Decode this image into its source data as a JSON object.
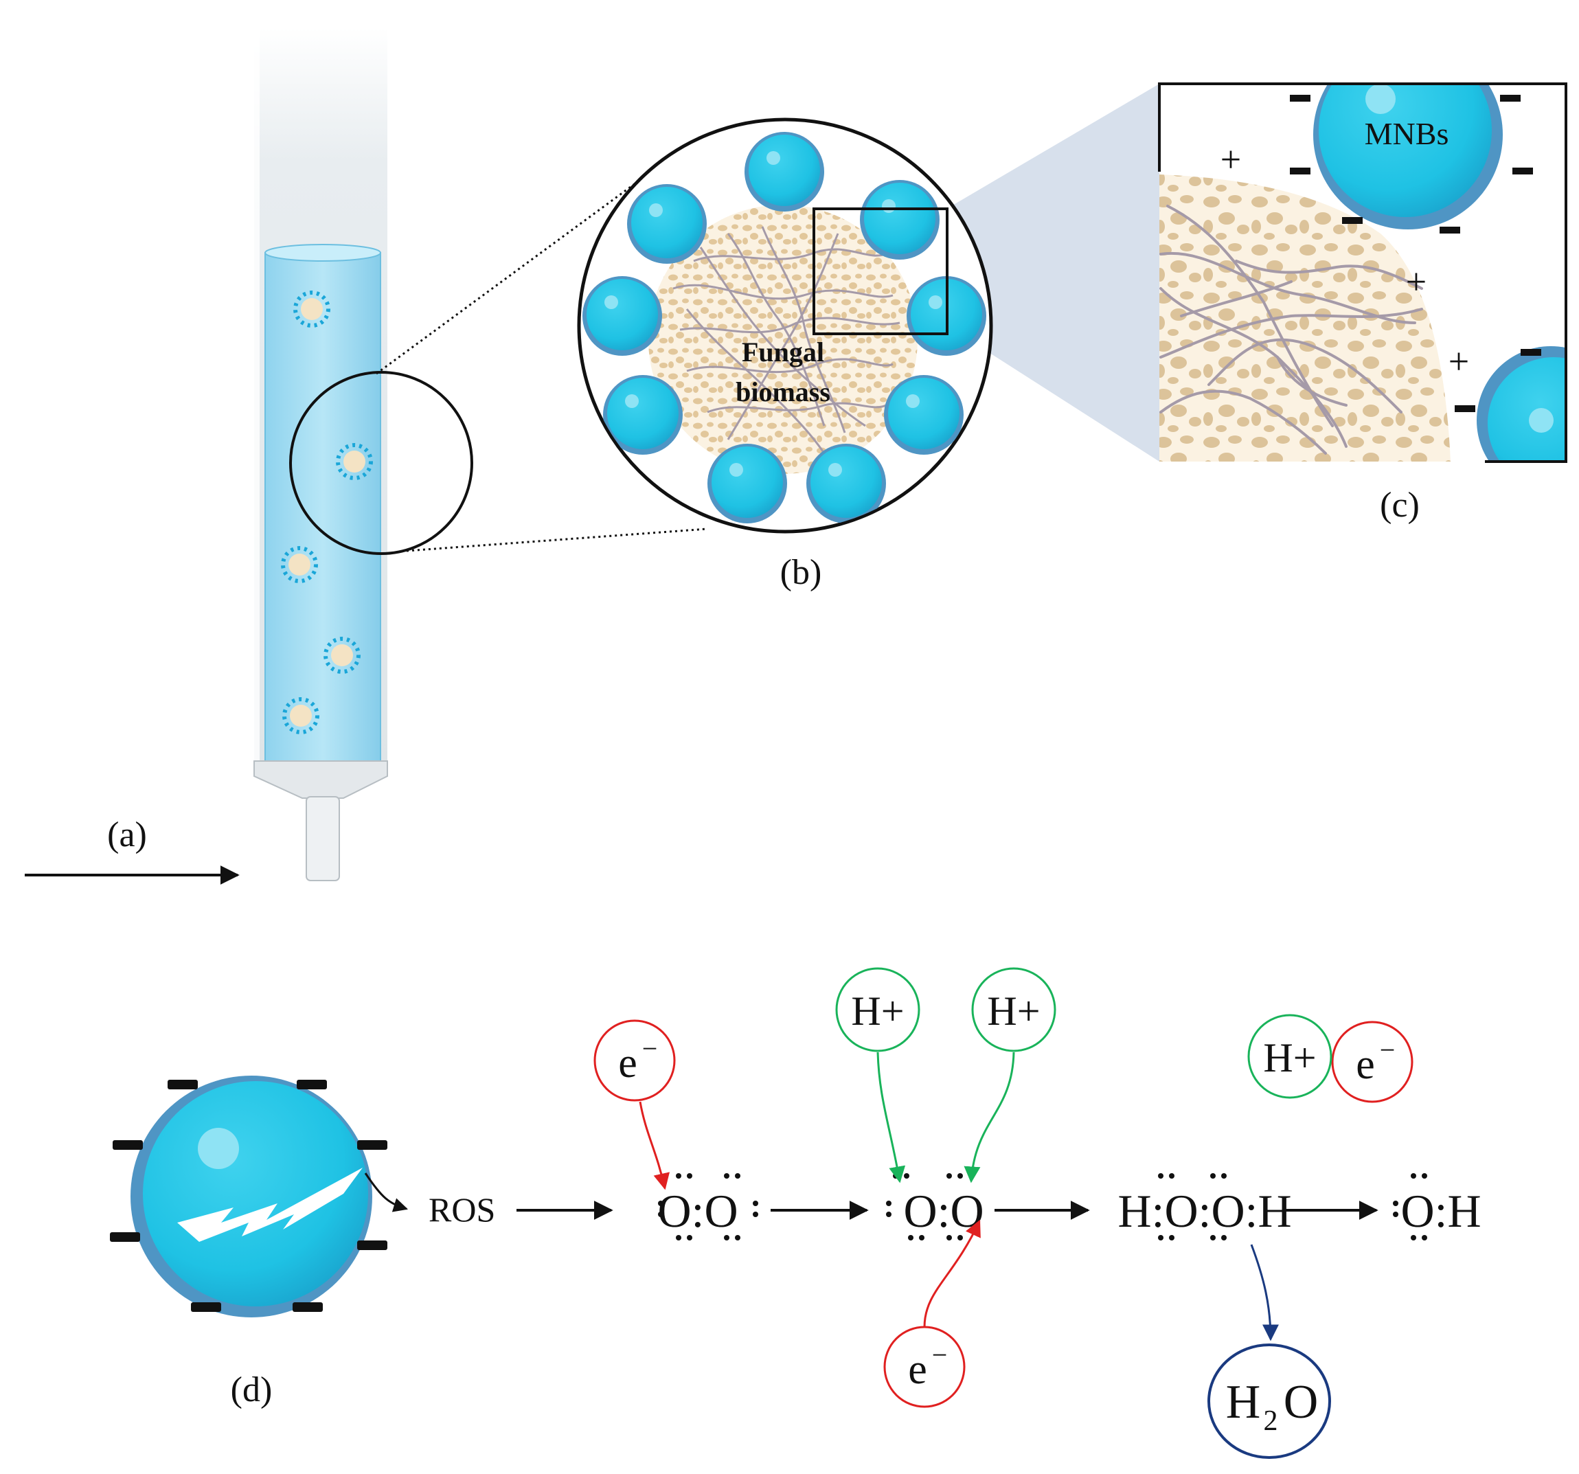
{
  "panels": {
    "a": "(a)",
    "b": "(b)",
    "c": "(c)",
    "d": "(d)"
  },
  "labels": {
    "fungal_line1": "Fungal",
    "fungal_line2": "biomass",
    "mnbs": "MNBs",
    "ros": "ROS"
  },
  "charges": {
    "plus": "+",
    "minus": "−"
  },
  "species": {
    "electron": "e",
    "electron_sup": "−",
    "proton": "H+",
    "water_h": "H",
    "water_sub": "2",
    "water_o": "O"
  },
  "molecules": {
    "oxygen": "O:O",
    "superoxide": "O:O",
    "peroxide": "H:O:O:H",
    "hydroxyl": "O:H"
  },
  "colors": {
    "bubble": "#29c6e6",
    "bubble_edge": "#4f95c4",
    "water": "#a9dff2",
    "biomass": "#e8cfa6",
    "hyphae": "#a59aa8",
    "electron_circle": "#e02020",
    "proton_circle": "#19b35a",
    "water_circle": "#1a3a80",
    "zoom_panel": "#d7e0ec"
  }
}
